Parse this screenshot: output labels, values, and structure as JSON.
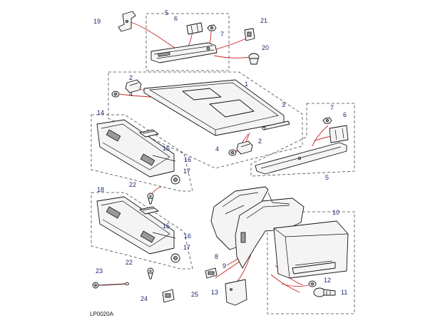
{
  "callouts": {
    "c1": "1",
    "c2a": "2",
    "c2b": "2",
    "c3": "3",
    "c4a": "4",
    "c4b": "4",
    "c5a": "5",
    "c5b": "5",
    "c6a": "6",
    "c6b": "6",
    "c7a": "7",
    "c7b": "7",
    "c8": "8",
    "c9": "9",
    "c10": "10",
    "c11": "11",
    "c12": "12",
    "c13": "13",
    "c14": "14",
    "c15a": "15",
    "c15b": "15",
    "c16a": "16",
    "c16b": "16",
    "c17a": "17",
    "c17b": "17",
    "c18": "18",
    "c19": "19",
    "c20": "20",
    "c21": "21",
    "c22a": "22",
    "c22b": "22",
    "c23": "23",
    "c24": "24",
    "c25": "25"
  },
  "drawing_code": "LP0020A"
}
